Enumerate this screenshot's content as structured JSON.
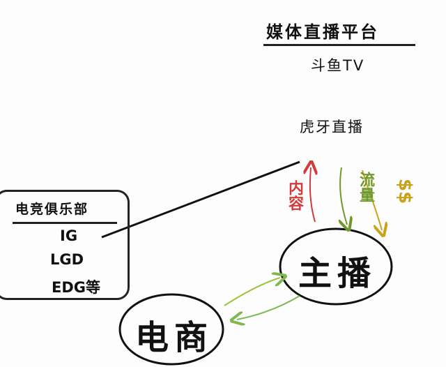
{
  "media": {
    "header": "媒体直播平台",
    "platforms": [
      "斗鱼TV",
      "虎牙直播"
    ]
  },
  "club": {
    "header": "电竞俱乐部",
    "items": [
      "IG",
      "LGD",
      "EDG等"
    ]
  },
  "nodes": {
    "streamer": "主播",
    "ecommerce": "电商"
  },
  "flows": {
    "content": "内容",
    "traffic": "流量",
    "money": "$$"
  },
  "colors": {
    "ink": "#111111",
    "content_arrow": "#d23b3b",
    "traffic_arrow": "#8fb32c",
    "money_arrow": "#c9a21a",
    "ecom_arrow_top": "#9cc43a",
    "ecom_arrow_bottom": "#7fb850"
  }
}
